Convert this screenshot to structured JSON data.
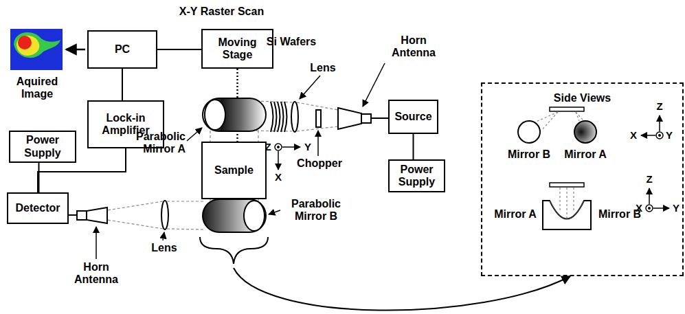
{
  "diagram": {
    "nodes": [
      {
        "text": [
          "PC"
        ]
      },
      {
        "text": [
          "Moving Stage"
        ]
      },
      {
        "text": [
          "Lock-in Amplifier"
        ]
      },
      {
        "text": [
          "Power Supply"
        ]
      },
      {
        "text": [
          "Detector"
        ]
      },
      {
        "text": [
          "Sample"
        ]
      },
      {
        "text": [
          "Source"
        ]
      },
      {
        "text": [
          "Power Supply"
        ]
      },
      {
        "text": [
          "Side Views"
        ]
      }
    ],
    "edges": [
      {
        "from": 0,
        "to": 1,
        "arrow": "none"
      },
      {
        "from": 2,
        "to": 0,
        "arrow": "none"
      },
      {
        "from": 3,
        "to": 4,
        "arrow": "none"
      },
      {
        "from": 2,
        "to": 4,
        "arrow": "none"
      },
      {
        "from": 1,
        "to": 5,
        "arrow": "none"
      },
      {
        "from": 6,
        "to": 7,
        "arrow": "none"
      }
    ],
    "labels": [
      "X-Y Raster Scan",
      "Aquired Image",
      "Si Wafers",
      "Lens",
      "Horn Antenna",
      "Parabolic Mirror A",
      "Z",
      "Y",
      "X",
      "Chopper",
      "Parabolic Mirror B",
      "Lens",
      "Horn Antenna",
      "Mirror B",
      "Mirror A",
      "Z",
      "X",
      "Y",
      "Mirror A",
      "Mirror B",
      "Z",
      "X",
      "Y"
    ]
  }
}
